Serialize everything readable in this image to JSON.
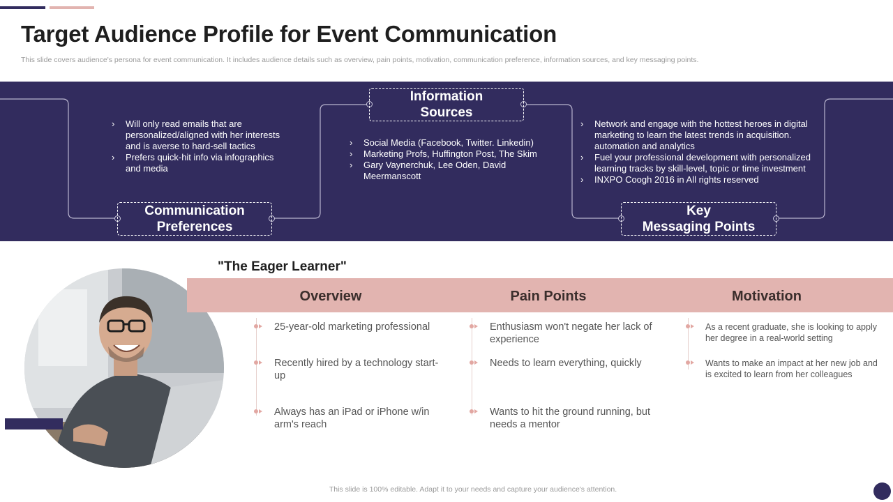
{
  "title": "Target Audience Profile for Event Communication",
  "subtitle": "This slide covers audience's persona for event communication. It includes audience details such as overview, pain points, motivation, communication preference, information sources, and key messaging points.",
  "top_section": {
    "information_sources": {
      "label_line1": "Information",
      "label_line2": "Sources",
      "items": [
        "Social Media (Facebook, Twitter. Linkedin)",
        "Marketing Profs, Huffington Post, The Skim",
        "Gary Vaynerchuk, Lee Oden, David Meermanscott"
      ]
    },
    "communication_preferences": {
      "label_line1": "Communication",
      "label_line2": "Preferences",
      "items": [
        "Will only read emails that are personalized/aligned with her interests and is averse to hard-sell tactics",
        "Prefers quick-hit info via infographics and media"
      ]
    },
    "key_messaging_points": {
      "label_line1": "Key",
      "label_line2": "Messaging Points",
      "items": [
        "Network and engage with the hottest heroes in digital marketing to learn the latest trends in acquisition. automation and analytics",
        "Fuel your professional development with personalized learning tracks by skill-level, topic or time investment",
        "INXPO Coogh 2016 in All rights reserved"
      ]
    }
  },
  "persona": {
    "name": "\"The Eager Learner\"",
    "photo": "smiling-man-with-glasses-photo"
  },
  "columns": [
    {
      "heading": "Overview",
      "items": [
        "25-year-old marketing professional",
        "Recently hired by a technology start-up",
        "Always has an iPad or iPhone w/in arm's reach"
      ]
    },
    {
      "heading": "Pain Points",
      "items": [
        "Enthusiasm won't negate her lack of experience",
        "Needs to learn everything, quickly",
        "Wants to hit the ground running, but needs a mentor"
      ]
    },
    {
      "heading": "Motivation",
      "items": [
        "As a recent graduate, she is looking to apply her degree in a real-world setting",
        "Wants to make an impact at her new job and is excited to learn from her colleagues"
      ]
    }
  ],
  "footer": "This slide is 100% editable. Adapt it to your needs and capture your audience's attention.",
  "colors": {
    "navy": "#322c5e",
    "pink": "#e2b4b0",
    "arrow": "#e2a7a2"
  }
}
